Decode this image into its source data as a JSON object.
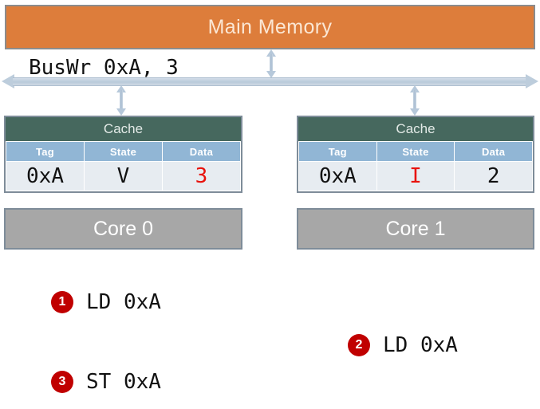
{
  "diagram": {
    "title_block": {
      "label": "Main Memory",
      "fill": "#DD7D3B",
      "text_color": "#FBE7D4"
    },
    "bus": {
      "label": "BusWr 0xA, 3",
      "color": "#b9cada"
    },
    "caches": [
      {
        "id": "cache-0",
        "title": "Cache",
        "columns": [
          "Tag",
          "State",
          "Data"
        ],
        "row": {
          "tag": "0xA",
          "state": "V",
          "data": "3"
        },
        "highlight": "data",
        "highlight_color": "#E8120C"
      },
      {
        "id": "cache-1",
        "title": "Cache",
        "columns": [
          "Tag",
          "State",
          "Data"
        ],
        "row": {
          "tag": "0xA",
          "state": "I",
          "data": "2"
        },
        "highlight": "state",
        "highlight_color": "#E8120C"
      }
    ],
    "cores": [
      {
        "id": "core-0",
        "label": "Core 0"
      },
      {
        "id": "core-1",
        "label": "Core 1"
      }
    ],
    "steps": [
      {
        "number": "1",
        "instruction": "LD 0xA"
      },
      {
        "number": "2",
        "instruction": "LD 0xA"
      },
      {
        "number": "3",
        "instruction": "ST 0xA"
      }
    ],
    "badge_color": "#C00000",
    "cache_header_color": "#46685E",
    "column_header_color": "#91B6D5",
    "core_color": "#A7A7A7"
  }
}
